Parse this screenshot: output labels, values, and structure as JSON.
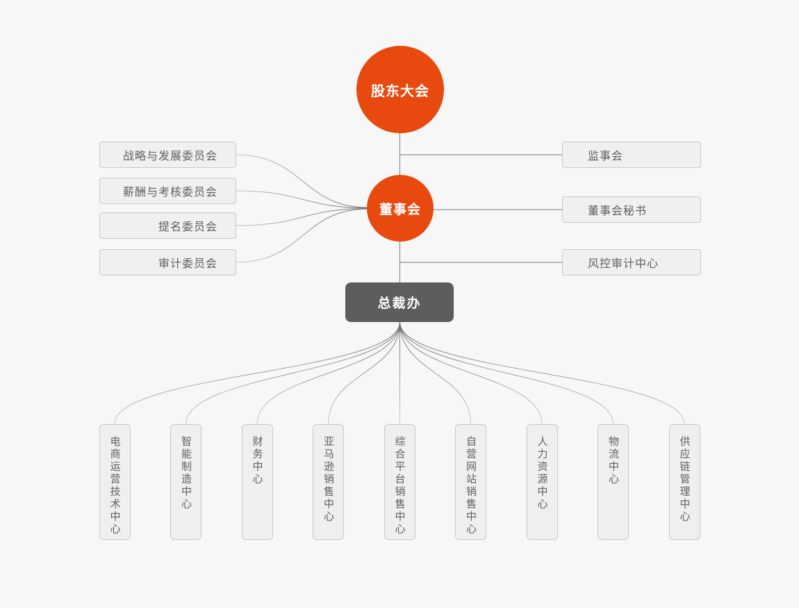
{
  "page": {
    "background_color": "#f7f7f7",
    "accent_color": "#e8490f",
    "dark_node_color": "#5d5d5d",
    "node_fill_color": "#f0f0f0",
    "node_border_color": "#c8c8c8",
    "line_color": "#7d7d7d"
  },
  "org_chart": {
    "shareholders_meeting": {
      "label": "股东大会"
    },
    "board": {
      "label": "董事会"
    },
    "board_committees": [
      {
        "label": "战略与发展委员会"
      },
      {
        "label": "薪酬与考核委员会"
      },
      {
        "label": "提名委员会"
      },
      {
        "label": "审计委员会"
      }
    ],
    "oversight_nodes": [
      {
        "label": "监事会"
      },
      {
        "label": "董事会秘书"
      },
      {
        "label": "风控审计中心"
      }
    ],
    "president_office": {
      "label": "总裁办"
    },
    "departments": [
      {
        "label": "电商运营技术中心"
      },
      {
        "label": "智能制造中心"
      },
      {
        "label": "财务中心"
      },
      {
        "label": "亚马逊销售中心"
      },
      {
        "label": "综合平台销售中心"
      },
      {
        "label": "自营网站销售中心"
      },
      {
        "label": "人力资源中心"
      },
      {
        "label": "物流中心"
      },
      {
        "label": "供应链管理中心"
      }
    ]
  }
}
